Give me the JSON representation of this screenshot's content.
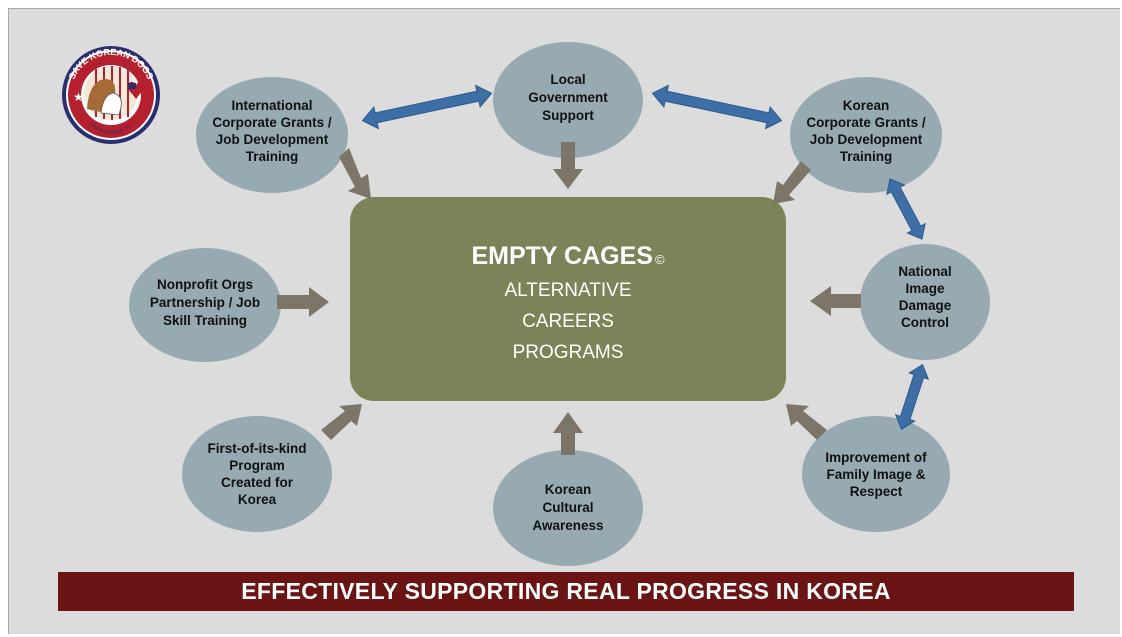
{
  "logo": {
    "arc_text": "SAVE KOREAN DOGS",
    "bottom_text": "USA Foundation, Inc."
  },
  "center": {
    "title": "EMPTY CAGES",
    "copyright": "©",
    "lines": [
      "ALTERNATIVE",
      "CAREERS",
      "PROGRAMS"
    ]
  },
  "nodes": {
    "local_government": [
      "Local",
      "Government",
      "Support"
    ],
    "international_grants": [
      "International",
      "Corporate Grants /",
      "Job Development",
      "Training"
    ],
    "korean_grants": [
      "Korean",
      "Corporate Grants /",
      "Job Development",
      "Training"
    ],
    "nonprofit": [
      "Nonprofit Orgs",
      "Partnership / Job",
      "Skill Training"
    ],
    "national_image": [
      "National",
      "Image",
      "Damage",
      "Control"
    ],
    "first_of_kind": [
      "First-of-its-kind",
      "Program",
      "Created for",
      "Korea"
    ],
    "cultural_awareness": [
      "Korean",
      "Cultural",
      "Awareness"
    ],
    "family_image": [
      "Improvement of",
      "Family Image &",
      "Respect"
    ]
  },
  "banner": {
    "text": "EFFECTIVELY SUPPORTING REAL PROGRESS IN KOREA"
  },
  "colors": {
    "node_fill": "#97aab2",
    "center_fill": "#7b8358",
    "brown_arrow": "#7e7569",
    "blue_arrow": "#3d6fa6",
    "banner": "#6b1414"
  }
}
